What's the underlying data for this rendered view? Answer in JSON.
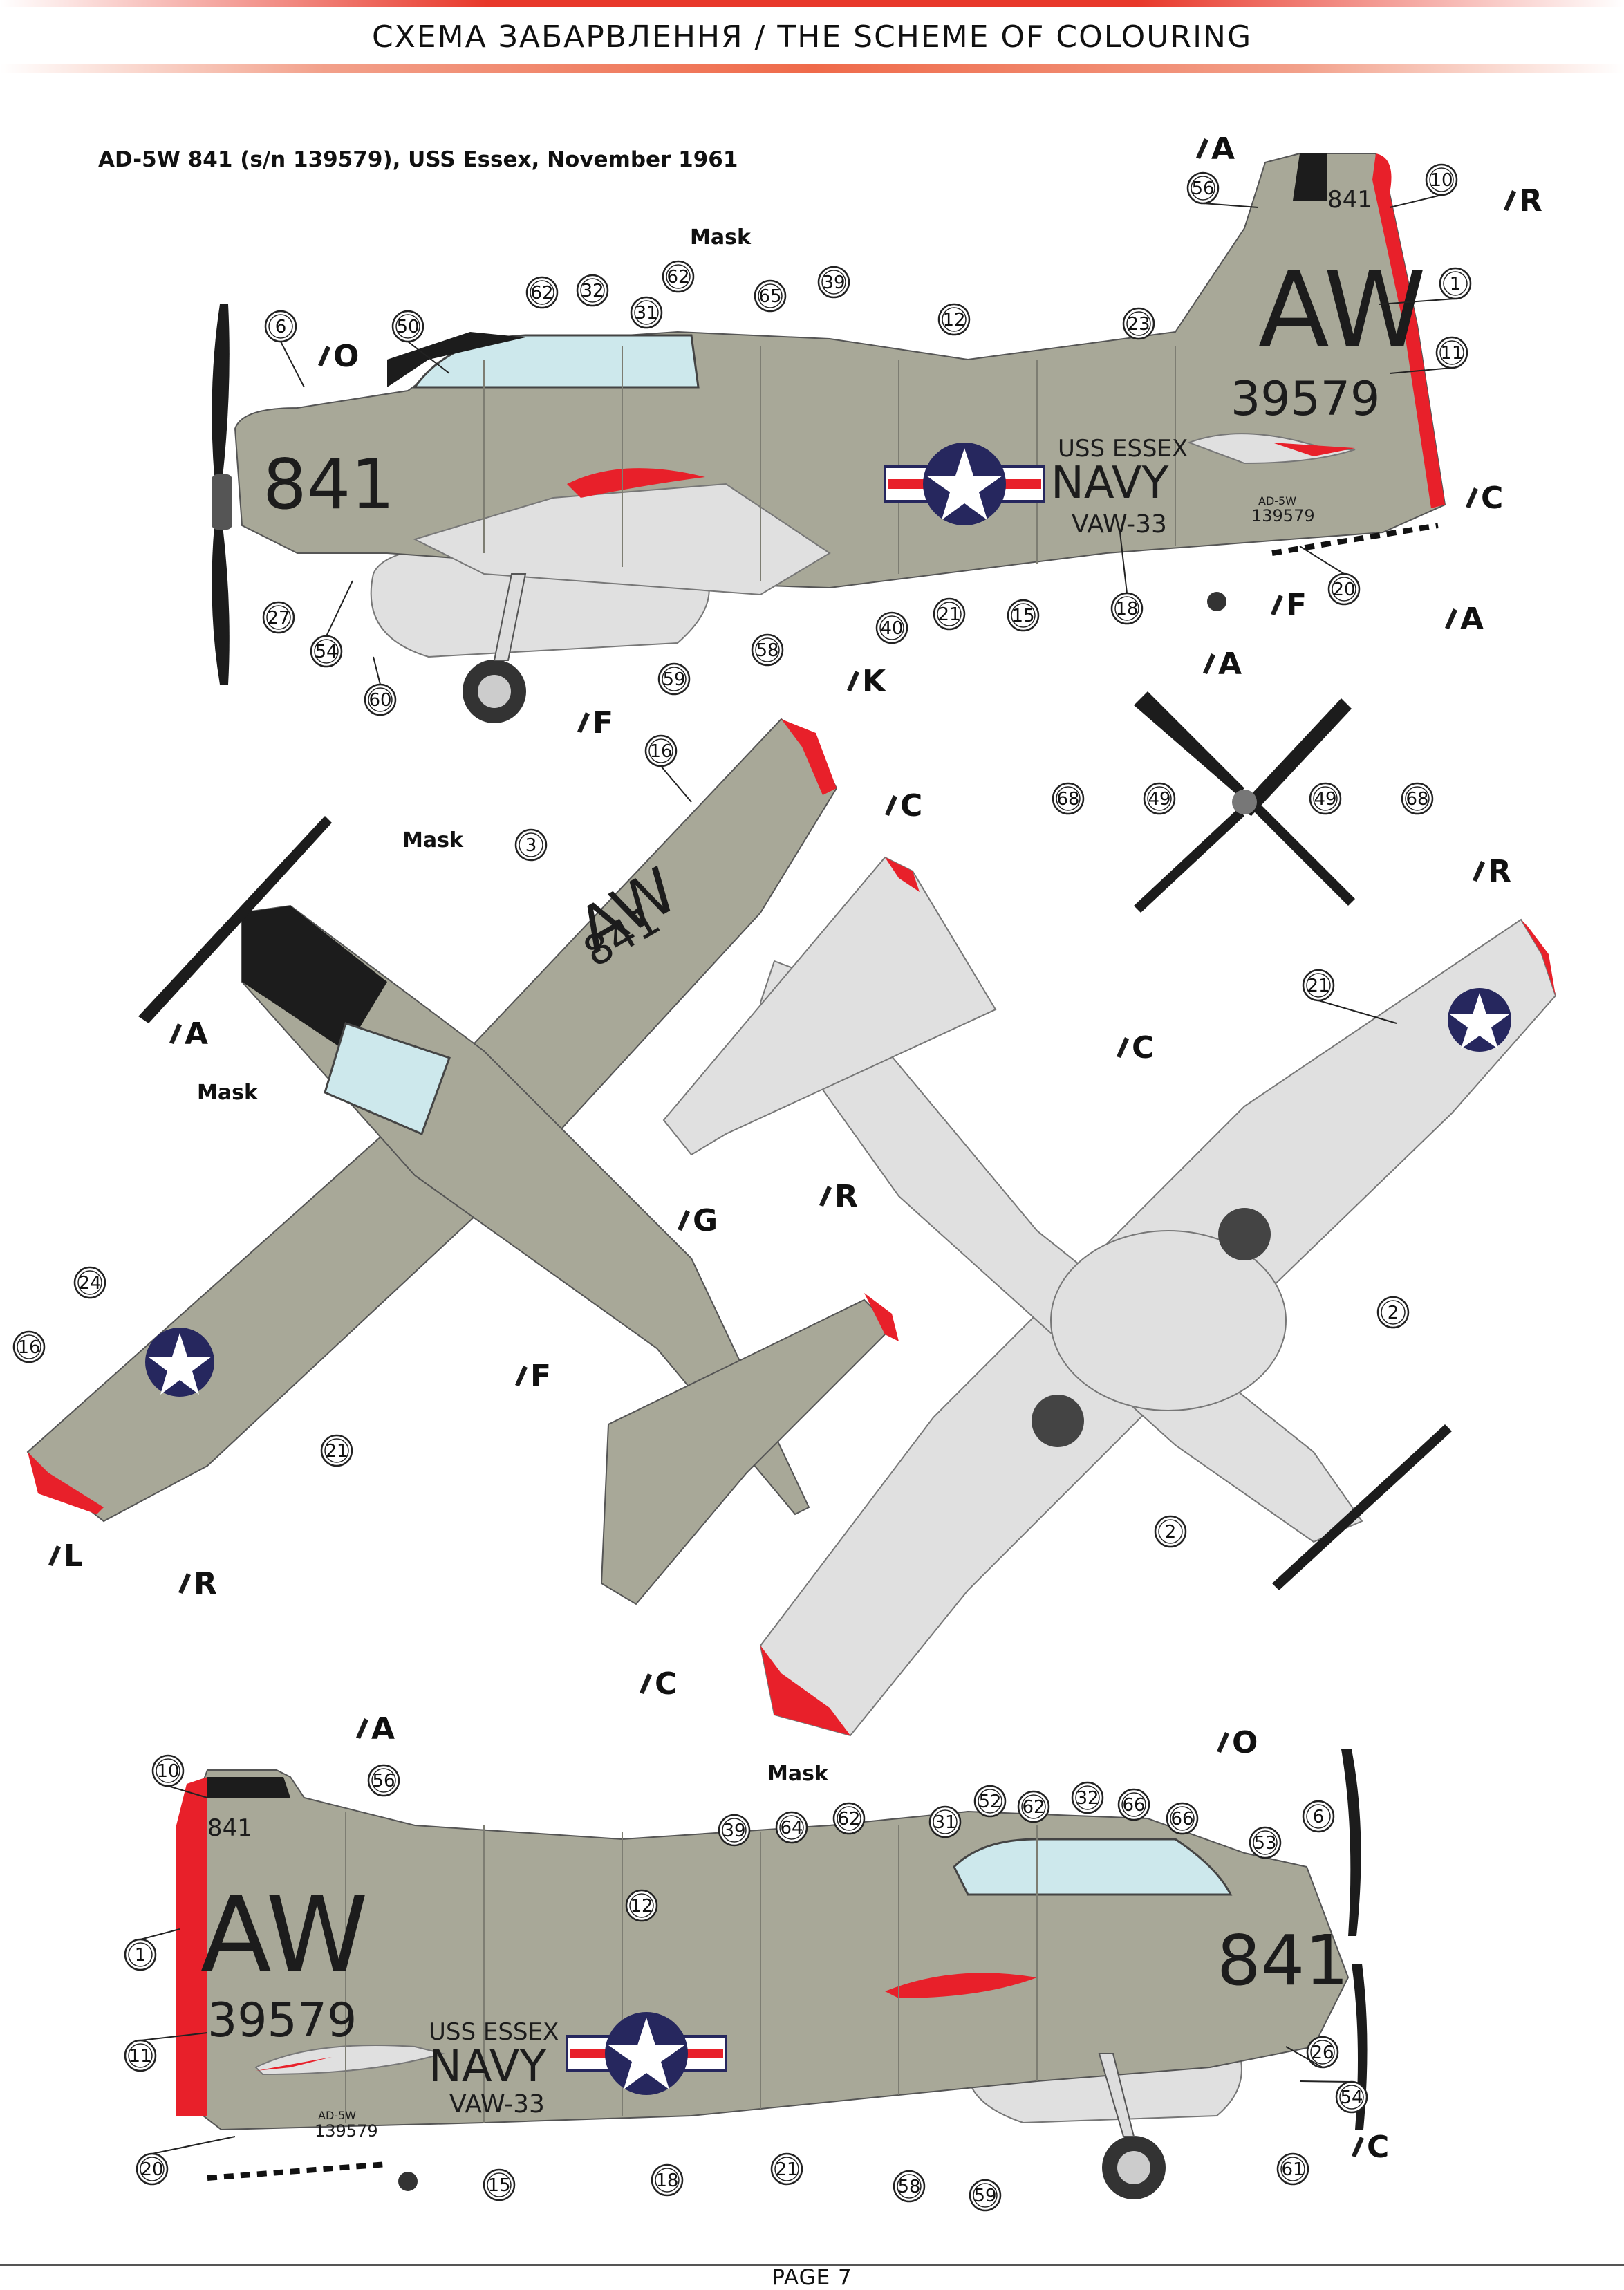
{
  "header": {
    "title": "СХЕМА ЗАБАРВЛЕННЯ / THE SCHEME OF COLOURING"
  },
  "subtitle": "AD-5W 841 (s/n 139579), USS Essex, November 1961",
  "footer": {
    "page": "PAGE 7"
  },
  "labels": {
    "mask": "Mask"
  },
  "markings": {
    "code": "AW",
    "modex": "841",
    "serial": "39579",
    "ship": "USS ESSEX",
    "service": "NAVY",
    "squadron": "VAW-33",
    "type": "AD-5W",
    "serial_full": "139579",
    "fin_modex": "841"
  },
  "colors": {
    "accent_red": "#e8202a",
    "grey_green": "#a8a898",
    "light_grey": "#e0e0e0",
    "black": "#1c1c1c",
    "insignia_blue": "#26275e"
  },
  "paints": {
    "left_view": [
      {
        "id": "p-a1",
        "letter": "A"
      },
      {
        "id": "p-r1",
        "letter": "R"
      },
      {
        "id": "p-o1",
        "letter": "O"
      },
      {
        "id": "p-c1",
        "letter": "C"
      },
      {
        "id": "p-f1",
        "letter": "F"
      },
      {
        "id": "p-a2",
        "letter": "A"
      },
      {
        "id": "p-f2",
        "letter": "F"
      }
    ],
    "plan_view": [
      {
        "id": "p-k",
        "letter": "K"
      },
      {
        "id": "p-c2",
        "letter": "C"
      },
      {
        "id": "p-a3",
        "letter": "A"
      },
      {
        "id": "p-a4",
        "letter": "A"
      },
      {
        "id": "p-r2",
        "letter": "R"
      },
      {
        "id": "p-c3",
        "letter": "C"
      },
      {
        "id": "p-g",
        "letter": "G"
      },
      {
        "id": "p-r3",
        "letter": "R"
      },
      {
        "id": "p-f3",
        "letter": "F"
      },
      {
        "id": "p-l",
        "letter": "L"
      },
      {
        "id": "p-r4",
        "letter": "R"
      },
      {
        "id": "p-c4",
        "letter": "C"
      }
    ],
    "right_view": [
      {
        "id": "p-a5",
        "letter": "A"
      },
      {
        "id": "p-o2",
        "letter": "O"
      },
      {
        "id": "p-c5",
        "letter": "C"
      }
    ]
  },
  "callouts": {
    "left_view": [
      "6",
      "50",
      "62",
      "32",
      "62",
      "31",
      "65",
      "39",
      "12",
      "23",
      "56",
      "10",
      "1",
      "11",
      "27",
      "54",
      "60",
      "59",
      "58",
      "40",
      "21",
      "15",
      "18",
      "20"
    ],
    "plan_view": [
      "16",
      "3",
      "21",
      "68",
      "49",
      "49",
      "68",
      "24",
      "16",
      "21",
      "2",
      "2"
    ],
    "right_view": [
      "10",
      "56",
      "1",
      "11",
      "20",
      "12",
      "15",
      "18",
      "39",
      "64",
      "62",
      "31",
      "52",
      "62",
      "32",
      "66",
      "66",
      "53",
      "6",
      "26",
      "54",
      "21",
      "58",
      "59",
      "61"
    ]
  }
}
